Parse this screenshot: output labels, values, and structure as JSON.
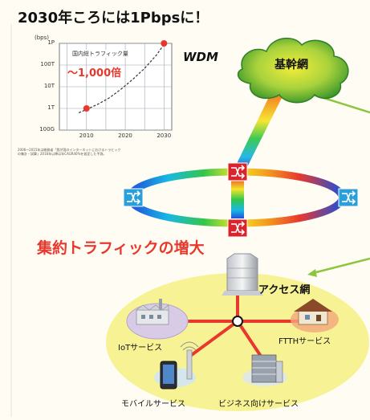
{
  "title": "2030年ころには1Pbpsに！",
  "wdm_label": "WDM",
  "backbone_label": "基幹網",
  "aggregation_label": "集約トラフィックの増大",
  "access_label": "アクセス網",
  "services": {
    "iot": "IoTサービス",
    "ftth": "FTTHサービス",
    "mobile": "モバイルサービス",
    "business": "ビジネス向けサービス"
  },
  "chart_data": {
    "type": "line",
    "title": "国内総トラフィック量",
    "unit": "(bps)",
    "annotation": "〜1,000倍",
    "y_scale": "log",
    "y_ticks": [
      "1P",
      "100T",
      "10T",
      "1T",
      "100G"
    ],
    "x_ticks": [
      "2010",
      "2020",
      "2030"
    ],
    "xlim": [
      2003,
      2032
    ],
    "ylim_log10": [
      11,
      15
    ],
    "series": [
      {
        "x": [
          2008,
          2010,
          2013,
          2016,
          2019,
          2022,
          2025,
          2028,
          2030
        ],
        "y_log10": [
          11.8,
          11.95,
          12.2,
          12.5,
          12.9,
          13.35,
          13.85,
          14.45,
          14.95
        ]
      }
    ],
    "highlight_points": [
      {
        "x": 2010,
        "y_log10": 12.0
      },
      {
        "x": 2030,
        "y_log10": 15.0
      }
    ],
    "grid": true,
    "source_note": "2006〜2015年は総務省「我が国のインターネットにおけるトラヒックの集計・試算」2016年以降は年CAGR40%を仮定した予測。"
  },
  "colors": {
    "accent_red": "#e8382e",
    "switch_red": "#d9232d",
    "switch_blue": "#2b9fd8",
    "cloud_green": "#3f9a2c",
    "access_yellow": "#f6f28a",
    "arrow_green": "#8cc63f"
  }
}
